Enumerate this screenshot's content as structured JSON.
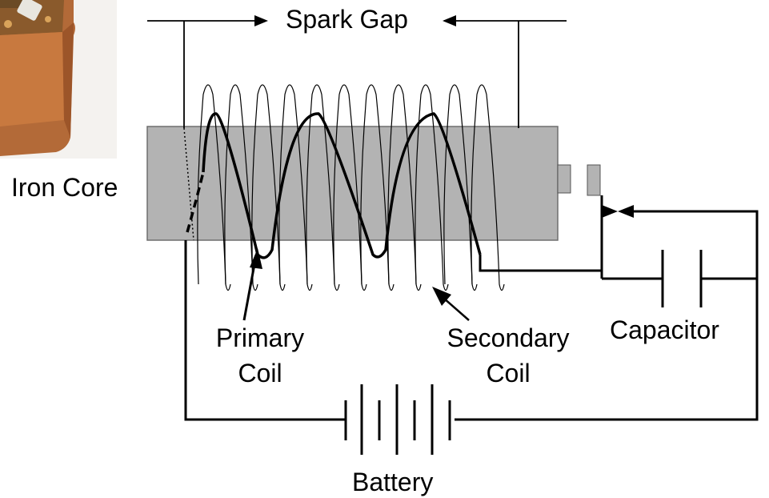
{
  "labels": {
    "spark_gap": "Spark Gap",
    "iron_core": "Iron Core",
    "primary_coil_line1": "Primary",
    "primary_coil_line2": "Coil",
    "secondary_coil_line1": "Secondary",
    "secondary_coil_line2": "Coil",
    "capacitor": "Capacitor",
    "battery": "Battery"
  },
  "colors": {
    "core_fill": "#b3b3b3",
    "stroke": "#000000",
    "photo_wood": "#b06a3a",
    "photo_bg": "#f3f1ee"
  }
}
